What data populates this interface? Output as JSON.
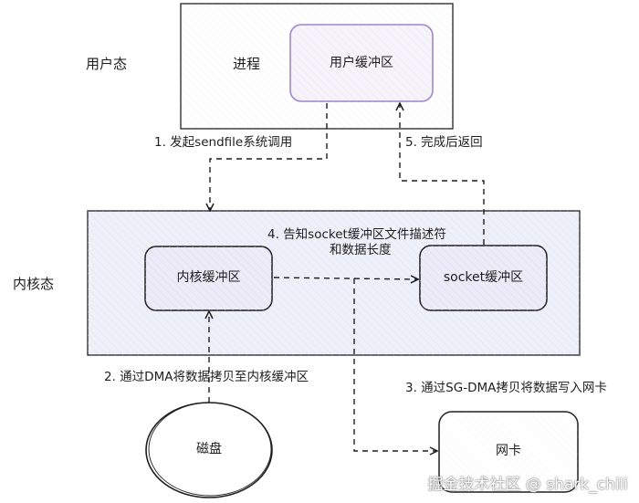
{
  "zones": {
    "user_mode": "用户态",
    "kernel_mode": "内核态"
  },
  "nodes": {
    "process": "进程",
    "user_buffer": "用户缓冲区",
    "kernel_buffer": "内核缓冲区",
    "socket_buffer": "socket缓冲区",
    "disk": "磁盘",
    "nic": "网卡"
  },
  "steps": {
    "step1": "1. 发起sendfile系统调用",
    "step2": "2. 通过DMA将数据拷贝至内核缓冲区",
    "step3": "3. 通过SG-DMA拷贝将数据写入网卡",
    "step4_line1": "4. 告知socket缓冲区文件描述符",
    "step4_line2": "和数据长度",
    "step5": "5. 完成后返回"
  },
  "watermark": "掘金技术社区 @ shark_chili",
  "colors": {
    "stroke": "#1e1e1e",
    "purple_stroke": "#9c86c9",
    "box_fill": "#f3f1fb",
    "hatch": "#c9cbe0"
  }
}
